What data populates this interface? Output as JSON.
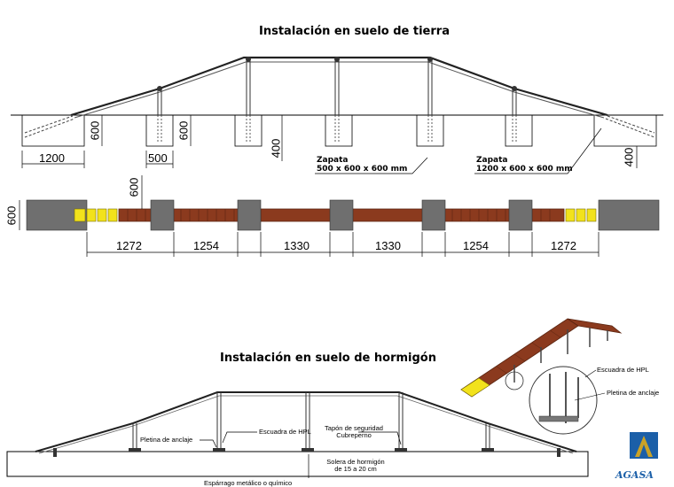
{
  "titles": {
    "top": "Instalación en suelo de tierra",
    "bottom": "Instalación en suelo de hormigón"
  },
  "top_dims": {
    "d1200": "1200",
    "d500": "500",
    "h600a": "600",
    "h600b": "600",
    "h400a": "400",
    "h400b": "400"
  },
  "zapata_small": {
    "line1": "Zapata",
    "line2": "500 x 600 x 600 mm"
  },
  "zapata_large": {
    "line1": "Zapata",
    "line2": "1200 x 600 x 600 mm"
  },
  "plan_dims": {
    "left600": "600",
    "mid600": "600",
    "spans": [
      "1272",
      "1254",
      "1330",
      "1330",
      "1254",
      "1272"
    ]
  },
  "bottom_labels": {
    "pletina": "Pletina de anclaje",
    "escuadra": "Escuadra de HPL",
    "tapon_l1": "Tapón de seguridad",
    "tapon_l2": "Cubreperno",
    "solera_l1": "Solera de hormigón",
    "solera_l2": "de 15 a 20 cm",
    "esparrago": "Espárrago metálico o químico"
  },
  "iso_labels": {
    "escuadra": "Escuadra de HPL",
    "pletina": "Pletina de anclaje"
  },
  "logo": {
    "text": "AGASA"
  },
  "colors": {
    "wood": "#8b3a1e",
    "wood_dark": "#5a2410",
    "yellow": "#f2e21c",
    "concrete": "#6f6f6f",
    "logo_blue": "#1b5fa8",
    "logo_gold": "#c9a227"
  }
}
